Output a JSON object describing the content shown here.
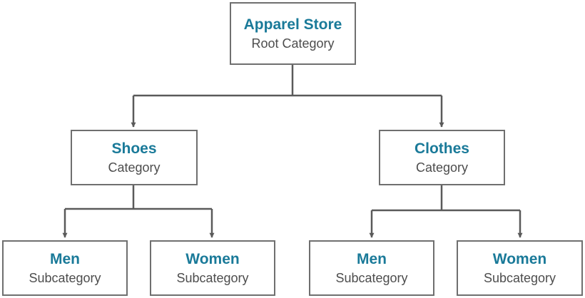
{
  "colors": {
    "title": "#1a7a99",
    "subtitle": "#4d4d4d",
    "border": "#6f6f6f",
    "connector": "#5a5a5a"
  },
  "root": {
    "title": "Apparel Store",
    "subtitle": "Root Category"
  },
  "categories": [
    {
      "title": "Shoes",
      "subtitle": "Category",
      "children": [
        {
          "title": "Men",
          "subtitle": "Subcategory"
        },
        {
          "title": "Women",
          "subtitle": "Subcategory"
        }
      ]
    },
    {
      "title": "Clothes",
      "subtitle": "Category",
      "children": [
        {
          "title": "Men",
          "subtitle": "Subcategory"
        },
        {
          "title": "Women",
          "subtitle": "Subcategory"
        }
      ]
    }
  ]
}
